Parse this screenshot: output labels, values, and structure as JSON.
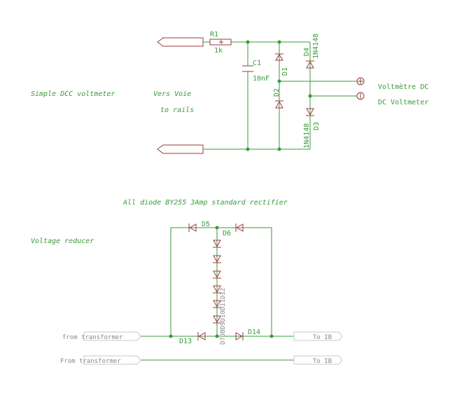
{
  "voltmeter_section": {
    "title": "Simple DCC voltmeter",
    "input_label_1": "Vers Voie",
    "input_label_2": "to rails",
    "output_label_1": "Voltmètre DC",
    "output_label_2": "DC Voltmeter",
    "R1": {
      "name": "R1",
      "value": "1k"
    },
    "C1": {
      "name": "C1",
      "value": "10nF"
    },
    "D1": "D1",
    "D2": "D2",
    "D3": "D3",
    "D4": "D4",
    "D3_type": "1N4148",
    "D4_type": "1N4148"
  },
  "reducer_section": {
    "title": "Voltage reducer",
    "note": "All diode BY255  3Amp standard rectifier",
    "D5": "D5",
    "D6": "D6",
    "D13": "D13",
    "D14": "D14",
    "stack_labels": "D7D8D9D10D11D12",
    "from_1": "from transformer",
    "from_2": "From transformer",
    "to_1": "To IB",
    "to_2": "To IB"
  },
  "colors": {
    "wire": "#3a9a3a",
    "part": "#9a3a3a",
    "label": "#3a9a3a"
  }
}
